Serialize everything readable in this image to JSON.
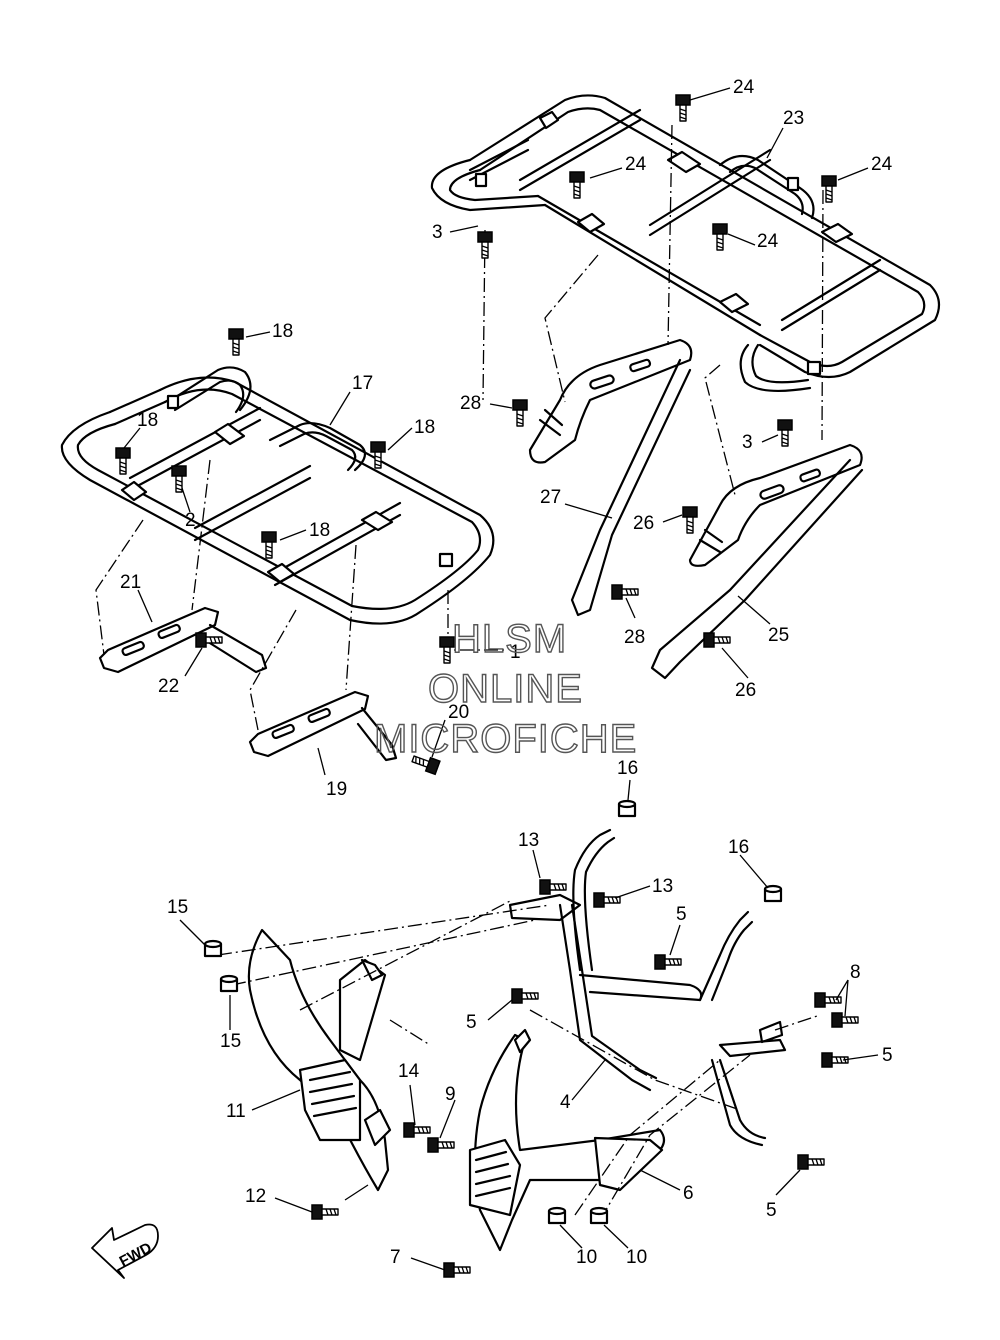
{
  "watermark": {
    "line1": "HLSM",
    "line2": "ONLINE",
    "line3": "MICROFICHE"
  },
  "fwd_label": "FWD",
  "callouts": {
    "c1": "1",
    "c2": "2",
    "c3a": "3",
    "c3b": "3",
    "c4": "4",
    "c5a": "5",
    "c5b": "5",
    "c5c": "5",
    "c5d": "5",
    "c6": "6",
    "c7": "7",
    "c8": "8",
    "c9": "9",
    "c10a": "10",
    "c10b": "10",
    "c11": "11",
    "c12": "12",
    "c13a": "13",
    "c13b": "13",
    "c14": "14",
    "c15a": "15",
    "c15b": "15",
    "c16a": "16",
    "c16b": "16",
    "c17": "17",
    "c18a": "18",
    "c18b": "18",
    "c18c": "18",
    "c18d": "18",
    "c19": "19",
    "c20": "20",
    "c21": "21",
    "c22": "22",
    "c23": "23",
    "c24a": "24",
    "c24b": "24",
    "c24c": "24",
    "c24d": "24",
    "c25": "25",
    "c26a": "26",
    "c26b": "26",
    "c27": "27",
    "c28a": "28",
    "c28b": "28"
  }
}
